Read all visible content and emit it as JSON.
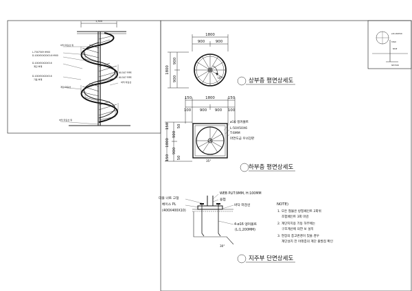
{
  "side_elevation": {
    "top_dim": "1,300",
    "labels": [
      "바닥 마감선 위",
      "L-75X75X9 H900",
      "D-100X50X20X3.6 H900",
      "D-100X50X20X3.6",
      "계단 부재",
      "D-100X50X20X3.6",
      "기둥 부재",
      "60.5X7 PIPE",
      "60.5X7 PIPE",
      "바닥 마감선",
      "계단 마감선",
      "바닥 마감선 위"
    ]
  },
  "upper_plan": {
    "dims_top": [
      "1800",
      "900",
      "900"
    ],
    "dims_left": [
      "1800",
      "900",
      "900"
    ],
    "up_label": "UP",
    "title": "상부층 평면상세도"
  },
  "lower_plan": {
    "dims_top": [
      "150",
      "1800",
      "150",
      "100",
      "900",
      "900",
      "100"
    ],
    "dims_left": [
      "150",
      "1800",
      "900",
      "900",
      "150",
      "50",
      "50"
    ],
    "notes": [
      "ø16 앵커볼트",
      "L-50X50X6",
      "T:6MM",
      "마연도금 우녀강판"
    ],
    "angle": "35°",
    "title": "하부층 평면상세도"
  },
  "section": {
    "top_notes": [
      "WEB PLIT:9MM, H:100MM",
      "용접"
    ],
    "left_notes": [
      "더블 너트 고정",
      "베이스 PL",
      "(400X400X10)"
    ],
    "right_notes": [
      "바닥 마감선",
      "4-ø16 앵커볼트",
      "(L:1,200MM)"
    ],
    "angle": "30°",
    "title": "지주부 단면상세도"
  },
  "note": {
    "heading": "NOTE)",
    "lines": [
      "1. 모든 철물은 방청페인트 2회위",
      "조합페인트 3회 마감",
      "2. 계단지지용 기둥 하부에는",
      "구조계산에 의한 보 설치",
      "3. 현장의 층고변경이 있을 경우",
      "계단설치 전 아래층의 계단 출발점 확인"
    ]
  },
  "key_plan": {
    "labels": [
      "ø16 ANCHOR",
      "STAIR",
      "BASE",
      "SECTION"
    ]
  }
}
